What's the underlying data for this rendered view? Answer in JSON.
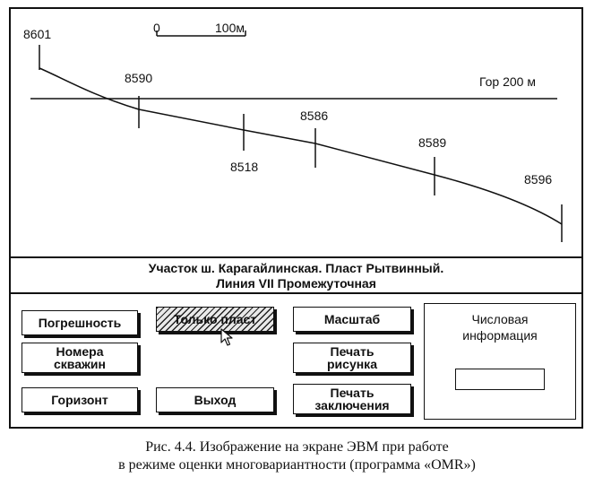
{
  "scale_bar": {
    "start": "0",
    "end": "100м"
  },
  "horizon_label": "Гор 200 м",
  "wells": [
    {
      "id": "8601"
    },
    {
      "id": "8590"
    },
    {
      "id": "8518"
    },
    {
      "id": "8586"
    },
    {
      "id": "8589"
    },
    {
      "id": "8596"
    }
  ],
  "section_caption": {
    "line1": "Участок ш. Карагайлинская. Пласт Рытвинный.",
    "line2": "Линия VII Промежуточная"
  },
  "buttons": {
    "error": "Погрешность",
    "only_seam": "Только пласт",
    "scale": "Масштаб",
    "well_numbers_1": "Номера",
    "well_numbers_2": "скважин",
    "print_figure_1": "Печать",
    "print_figure_2": "рисунка",
    "horizon": "Горизонт",
    "exit": "Выход",
    "print_conclusion_1": "Печать",
    "print_conclusion_2": "заключения"
  },
  "numeric_info": {
    "title_1": "Числовая",
    "title_2": "информация",
    "value": ""
  },
  "figure_caption": {
    "line1": "Рис. 4.4. Изображение на экране ЭВМ при работе",
    "line2": "в режиме оценки многовариантности (программа «OMR»)"
  }
}
